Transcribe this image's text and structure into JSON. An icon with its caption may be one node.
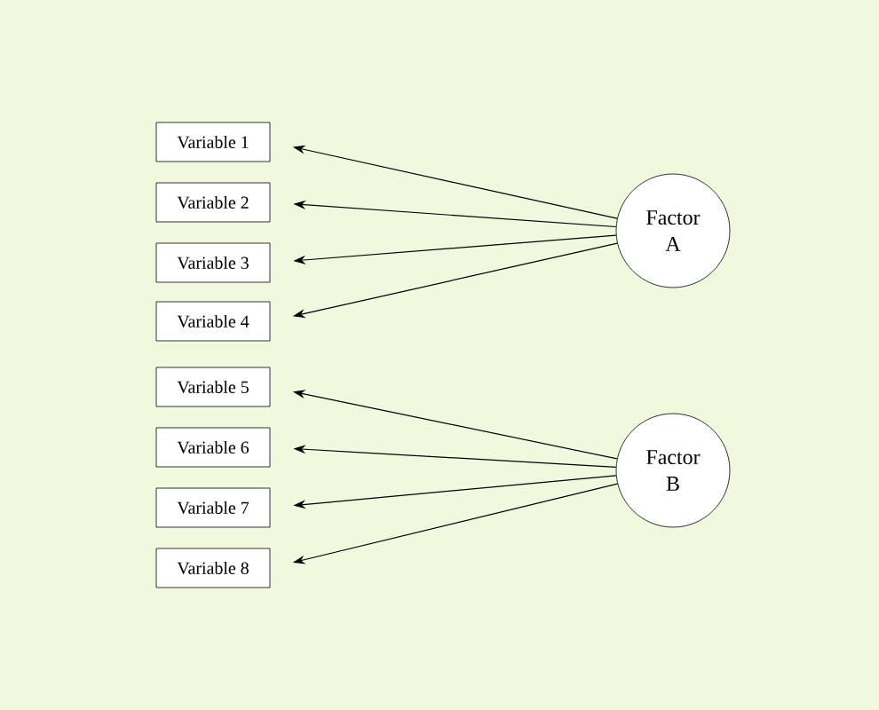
{
  "diagram": {
    "nodes": [
      {
        "text": [
          "Variable 1"
        ]
      },
      {
        "text": [
          "Variable 2"
        ]
      },
      {
        "text": [
          "Variable 3"
        ]
      },
      {
        "text": [
          "Variable 4"
        ]
      },
      {
        "text": [
          "Variable 5"
        ]
      },
      {
        "text": [
          "Variable 6"
        ]
      },
      {
        "text": [
          "Variable 7"
        ]
      },
      {
        "text": [
          "Variable 8"
        ]
      },
      {
        "text": [
          "Factor A"
        ]
      },
      {
        "text": [
          "Factor B"
        ]
      }
    ],
    "edges": [
      {
        "from": 8,
        "to": 0,
        "arrow": "to"
      },
      {
        "from": 8,
        "to": 1,
        "arrow": "to"
      },
      {
        "from": 8,
        "to": 2,
        "arrow": "to"
      },
      {
        "from": 8,
        "to": 3,
        "arrow": "to"
      },
      {
        "from": 9,
        "to": 4,
        "arrow": "to"
      },
      {
        "from": 9,
        "to": 5,
        "arrow": "to"
      },
      {
        "from": 9,
        "to": 6,
        "arrow": "to"
      },
      {
        "from": 9,
        "to": 7,
        "arrow": "to"
      }
    ]
  }
}
